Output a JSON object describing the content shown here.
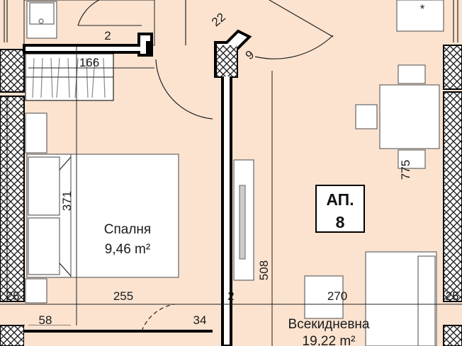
{
  "plan": {
    "colors": {
      "floor": "#fbe3d0",
      "wall": "#000000",
      "hatch": "#222222",
      "furniture_fill": "#ffffff"
    },
    "apartment": {
      "line1": "АП.",
      "line2": "8"
    },
    "rooms": {
      "bedroom": {
        "name": "Спалня",
        "area": "9,46 m²"
      },
      "living": {
        "name": "Всекидневна",
        "area": "19,22 m²"
      }
    },
    "dimensions": {
      "d166": "166",
      "d2_top": "2",
      "d22": "22",
      "d9": "9",
      "d371": "371",
      "d508": "508",
      "d775": "775",
      "d25_left": "25",
      "d255": "255",
      "d2_mid": "2",
      "d270": "270",
      "d25_right": "25",
      "d58": "58",
      "d34": "34"
    },
    "misc": {
      "star": "*"
    }
  }
}
